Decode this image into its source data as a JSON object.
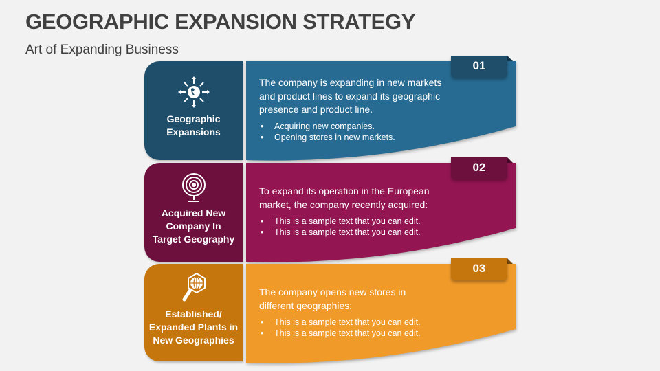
{
  "header": {
    "title": "GEOGRAPHIC EXPANSION STRATEGY",
    "subtitle": "Art of Expanding Business"
  },
  "colors": {
    "blue_dark": "#1f4e6b",
    "blue": "#276b92",
    "purple_dark": "#6d103e",
    "purple": "#931552",
    "orange_dark": "#c5760d",
    "orange": "#f09a29"
  },
  "items": [
    {
      "number": "01",
      "icon": "globe-expansion-icon",
      "label_lines": [
        "Geographic",
        "Expansions"
      ],
      "text_lines": [
        "The company is expanding in new markets",
        "and product lines to expand its geographic",
        "presence and product line."
      ],
      "bullets": [
        "Acquiring new companies.",
        "Opening stores in new markets."
      ]
    },
    {
      "number": "02",
      "icon": "target-globe-icon",
      "label_lines": [
        "Acquired New",
        "Company In",
        "Target Geography"
      ],
      "text_lines": [
        "To expand its operation in the European",
        "market, the company recently acquired:"
      ],
      "bullets": [
        "This is a sample text that you can edit.",
        "This is a sample text that you can edit."
      ]
    },
    {
      "number": "03",
      "icon": "magnifier-globe-icon",
      "label_lines": [
        "Established/",
        "Expanded Plants in",
        "New Geographies"
      ],
      "text_lines": [
        "The company opens new stores in",
        "different geographies:"
      ],
      "bullets": [
        "This is a sample text that you can edit.",
        "This is a sample text that you can edit."
      ]
    }
  ]
}
